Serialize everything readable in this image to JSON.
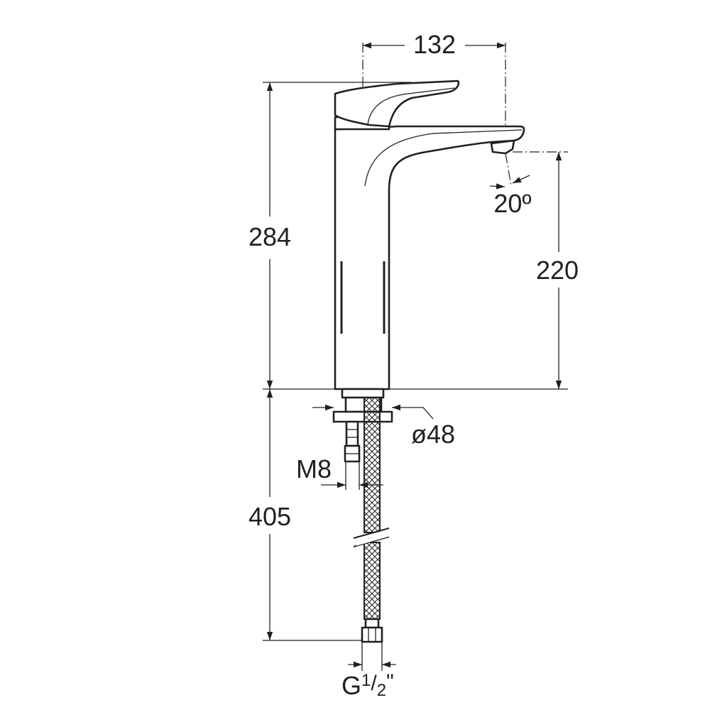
{
  "dimensions": {
    "spout_reach": "132",
    "total_height": "284",
    "spout_height": "220",
    "spout_angle": "20º",
    "base_diameter": "ø48",
    "stud_thread": "M8",
    "hose_length": "405",
    "hose_connection_prefix": "G",
    "hose_connection_num": "1",
    "hose_connection_slash": "/",
    "hose_connection_den": "2",
    "hose_connection_suffix": "\""
  },
  "colors": {
    "line": "#231f20",
    "background": "#ffffff"
  }
}
